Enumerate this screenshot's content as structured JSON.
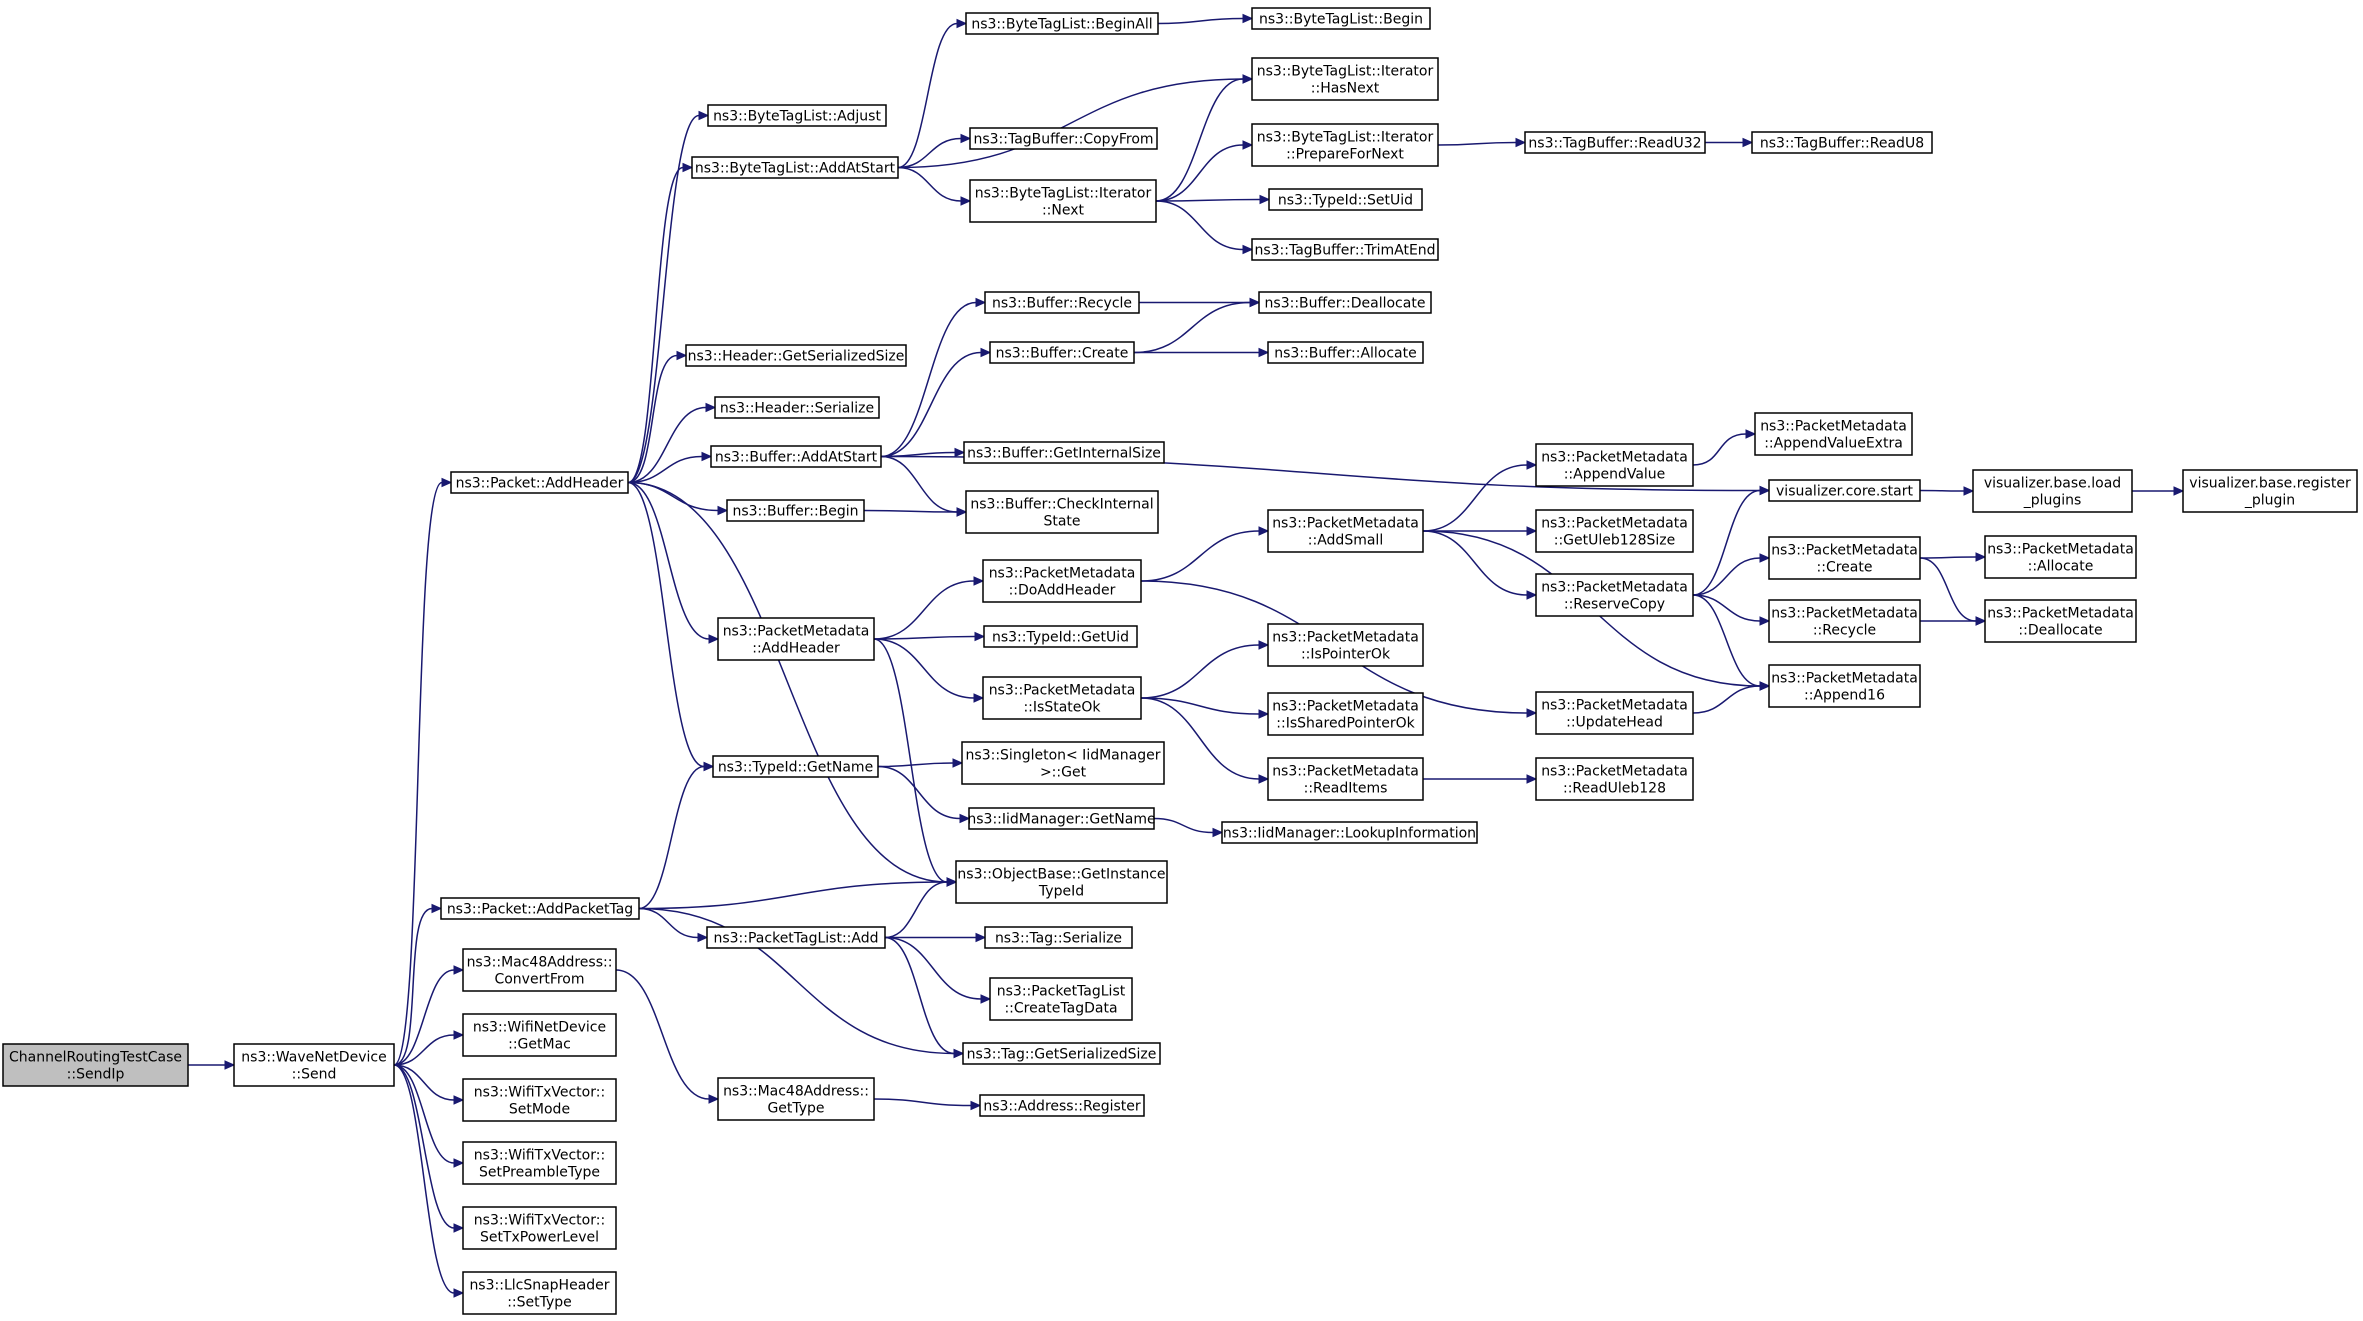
{
  "title": "",
  "colors": {
    "edge": "#191970",
    "node_border": "#000000",
    "node_fill": "#ffffff",
    "root_fill": "#bfbfbf"
  },
  "nodes": [
    {
      "id": "sendip",
      "lines": [
        "ChannelRoutingTestCase",
        "::SendIp"
      ],
      "root": true
    },
    {
      "id": "wavesend",
      "lines": [
        "ns3::WaveNetDevice",
        "::Send"
      ]
    },
    {
      "id": "addheader",
      "lines": [
        "ns3::Packet::AddHeader"
      ]
    },
    {
      "id": "addpackettag",
      "lines": [
        "ns3::Packet::AddPacketTag"
      ]
    },
    {
      "id": "convertfrom",
      "lines": [
        "ns3::Mac48Address::",
        "ConvertFrom"
      ]
    },
    {
      "id": "getmac",
      "lines": [
        "ns3::WifiNetDevice",
        "::GetMac"
      ]
    },
    {
      "id": "setmode",
      "lines": [
        "ns3::WifiTxVector::",
        "SetMode"
      ]
    },
    {
      "id": "setpreamble",
      "lines": [
        "ns3::WifiTxVector::",
        "SetPreambleType"
      ]
    },
    {
      "id": "settxpower",
      "lines": [
        "ns3::WifiTxVector::",
        "SetTxPowerLevel"
      ]
    },
    {
      "id": "llcsettype",
      "lines": [
        "ns3::LlcSnapHeader",
        "::SetType"
      ]
    },
    {
      "id": "btladjust",
      "lines": [
        "ns3::ByteTagList::Adjust"
      ]
    },
    {
      "id": "btladdatstart",
      "lines": [
        "ns3::ByteTagList::AddAtStart"
      ]
    },
    {
      "id": "hdrsize",
      "lines": [
        "ns3::Header::GetSerializedSize"
      ]
    },
    {
      "id": "hdrser",
      "lines": [
        "ns3::Header::Serialize"
      ]
    },
    {
      "id": "bufaddatstart",
      "lines": [
        "ns3::Buffer::AddAtStart"
      ]
    },
    {
      "id": "bufbegin",
      "lines": [
        "ns3::Buffer::Begin"
      ]
    },
    {
      "id": "pmaddheader",
      "lines": [
        "ns3::PacketMetadata",
        "::AddHeader"
      ]
    },
    {
      "id": "typeidgetname",
      "lines": [
        "ns3::TypeId::GetName"
      ]
    },
    {
      "id": "ptladd",
      "lines": [
        "ns3::PacketTagList::Add"
      ]
    },
    {
      "id": "macgettype",
      "lines": [
        "ns3::Mac48Address::",
        "GetType"
      ]
    },
    {
      "id": "btlbeginall",
      "lines": [
        "ns3::ByteTagList::BeginAll"
      ]
    },
    {
      "id": "tbcopyfrom",
      "lines": [
        "ns3::TagBuffer::CopyFrom"
      ]
    },
    {
      "id": "btlinext",
      "lines": [
        "ns3::ByteTagList::Iterator",
        "::Next"
      ]
    },
    {
      "id": "bufrecycle",
      "lines": [
        "ns3::Buffer::Recycle"
      ]
    },
    {
      "id": "bufcreate",
      "lines": [
        "ns3::Buffer::Create"
      ]
    },
    {
      "id": "bufgetinternal",
      "lines": [
        "ns3::Buffer::GetInternalSize"
      ]
    },
    {
      "id": "bufcheck",
      "lines": [
        "ns3::Buffer::CheckInternal",
        "State"
      ]
    },
    {
      "id": "pmdoaddheader",
      "lines": [
        "ns3::PacketMetadata",
        "::DoAddHeader"
      ]
    },
    {
      "id": "typeidgetuid",
      "lines": [
        "ns3::TypeId::GetUid"
      ]
    },
    {
      "id": "pmisstateok",
      "lines": [
        "ns3::PacketMetadata",
        "::IsStateOk"
      ]
    },
    {
      "id": "singletonget",
      "lines": [
        "ns3::Singleton< IidManager",
        " >::Get"
      ]
    },
    {
      "id": "iidgetname",
      "lines": [
        "ns3::IidManager::GetName"
      ]
    },
    {
      "id": "objbase",
      "lines": [
        "ns3::ObjectBase::GetInstance",
        "TypeId"
      ]
    },
    {
      "id": "tagser",
      "lines": [
        "ns3::Tag::Serialize"
      ]
    },
    {
      "id": "ptlcreate",
      "lines": [
        "ns3::PacketTagList",
        "::CreateTagData"
      ]
    },
    {
      "id": "taggetsize",
      "lines": [
        "ns3::Tag::GetSerializedSize"
      ]
    },
    {
      "id": "addrreg",
      "lines": [
        "ns3::Address::Register"
      ]
    },
    {
      "id": "btlbegin",
      "lines": [
        "ns3::ByteTagList::Begin"
      ]
    },
    {
      "id": "btlihasnext",
      "lines": [
        "ns3::ByteTagList::Iterator",
        "::HasNext"
      ]
    },
    {
      "id": "btliprepare",
      "lines": [
        "ns3::ByteTagList::Iterator",
        "::PrepareForNext"
      ]
    },
    {
      "id": "typeidsetuid",
      "lines": [
        "ns3::TypeId::SetUid"
      ]
    },
    {
      "id": "tbtrim",
      "lines": [
        "ns3::TagBuffer::TrimAtEnd"
      ]
    },
    {
      "id": "bufdealloc",
      "lines": [
        "ns3::Buffer::Deallocate"
      ]
    },
    {
      "id": "bufalloc",
      "lines": [
        "ns3::Buffer::Allocate"
      ]
    },
    {
      "id": "pmaddsmall",
      "lines": [
        "ns3::PacketMetadata",
        "::AddSmall"
      ]
    },
    {
      "id": "pmispointer",
      "lines": [
        "ns3::PacketMetadata",
        "::IsPointerOk"
      ]
    },
    {
      "id": "pmisshared",
      "lines": [
        "ns3::PacketMetadata",
        "::IsSharedPointerOk"
      ]
    },
    {
      "id": "pmreaditems",
      "lines": [
        "ns3::PacketMetadata",
        "::ReadItems"
      ]
    },
    {
      "id": "iidlookup",
      "lines": [
        "ns3::IidManager::LookupInformation"
      ]
    },
    {
      "id": "tbreadu32",
      "lines": [
        "ns3::TagBuffer::ReadU32"
      ]
    },
    {
      "id": "tbreadu8",
      "lines": [
        "ns3::TagBuffer::ReadU8"
      ]
    },
    {
      "id": "pmappendvalue",
      "lines": [
        "ns3::PacketMetadata",
        "::AppendValue"
      ]
    },
    {
      "id": "pmgetuleb",
      "lines": [
        "ns3::PacketMetadata",
        "::GetUleb128Size"
      ]
    },
    {
      "id": "pmreservecopy",
      "lines": [
        "ns3::PacketMetadata",
        "::ReserveCopy"
      ]
    },
    {
      "id": "pmupdatehead",
      "lines": [
        "ns3::PacketMetadata",
        "::UpdateHead"
      ]
    },
    {
      "id": "pmreaduleb",
      "lines": [
        "ns3::PacketMetadata",
        "::ReadUleb128"
      ]
    },
    {
      "id": "pmappendextra",
      "lines": [
        "ns3::PacketMetadata",
        "::AppendValueExtra"
      ]
    },
    {
      "id": "vizstart",
      "lines": [
        "visualizer.core.start"
      ]
    },
    {
      "id": "pmcreate",
      "lines": [
        "ns3::PacketMetadata",
        "::Create"
      ]
    },
    {
      "id": "pmrecycle",
      "lines": [
        "ns3::PacketMetadata",
        "::Recycle"
      ]
    },
    {
      "id": "pmappend16",
      "lines": [
        "ns3::PacketMetadata",
        "::Append16"
      ]
    },
    {
      "id": "vizload",
      "lines": [
        "visualizer.base.load",
        "_plugins"
      ]
    },
    {
      "id": "pmallocate",
      "lines": [
        "ns3::PacketMetadata",
        "::Allocate"
      ]
    },
    {
      "id": "pmdealloc",
      "lines": [
        "ns3::PacketMetadata",
        "::Deallocate"
      ]
    },
    {
      "id": "vizreg",
      "lines": [
        "visualizer.base.register",
        "_plugin"
      ]
    }
  ],
  "edges": [
    [
      "sendip",
      "wavesend"
    ],
    [
      "wavesend",
      "addheader"
    ],
    [
      "wavesend",
      "addpackettag"
    ],
    [
      "wavesend",
      "convertfrom"
    ],
    [
      "wavesend",
      "getmac"
    ],
    [
      "wavesend",
      "setmode"
    ],
    [
      "wavesend",
      "setpreamble"
    ],
    [
      "wavesend",
      "settxpower"
    ],
    [
      "wavesend",
      "llcsettype"
    ],
    [
      "addheader",
      "btladjust"
    ],
    [
      "addheader",
      "btladdatstart"
    ],
    [
      "addheader",
      "hdrsize"
    ],
    [
      "addheader",
      "hdrser"
    ],
    [
      "addheader",
      "bufaddatstart"
    ],
    [
      "addheader",
      "bufbegin"
    ],
    [
      "addheader",
      "pmaddheader"
    ],
    [
      "addheader",
      "typeidgetname"
    ],
    [
      "addheader",
      "objbase"
    ],
    [
      "addpackettag",
      "typeidgetname"
    ],
    [
      "addpackettag",
      "objbase"
    ],
    [
      "addpackettag",
      "ptladd"
    ],
    [
      "addpackettag",
      "taggetsize"
    ],
    [
      "convertfrom",
      "macgettype"
    ],
    [
      "btladdatstart",
      "btlbeginall"
    ],
    [
      "btladdatstart",
      "btlihasnext"
    ],
    [
      "btladdatstart",
      "tbcopyfrom"
    ],
    [
      "btladdatstart",
      "btlinext"
    ],
    [
      "btlbeginall",
      "btlbegin"
    ],
    [
      "btlinext",
      "btlihasnext"
    ],
    [
      "btlinext",
      "btliprepare"
    ],
    [
      "btlinext",
      "typeidsetuid"
    ],
    [
      "btlinext",
      "tbtrim"
    ],
    [
      "btliprepare",
      "tbreadu32"
    ],
    [
      "tbreadu32",
      "tbreadu8"
    ],
    [
      "bufaddatstart",
      "bufrecycle"
    ],
    [
      "bufaddatstart",
      "bufcreate"
    ],
    [
      "bufaddatstart",
      "vizstart"
    ],
    [
      "bufaddatstart",
      "bufgetinternal"
    ],
    [
      "bufaddatstart",
      "bufcheck"
    ],
    [
      "bufrecycle",
      "bufdealloc"
    ],
    [
      "bufcreate",
      "bufdealloc"
    ],
    [
      "bufcreate",
      "bufalloc"
    ],
    [
      "bufbegin",
      "bufcheck"
    ],
    [
      "pmaddheader",
      "pmdoaddheader"
    ],
    [
      "pmaddheader",
      "typeidgetuid"
    ],
    [
      "pmaddheader",
      "pmisstateok"
    ],
    [
      "pmaddheader",
      "objbase"
    ],
    [
      "pmdoaddheader",
      "pmaddsmall"
    ],
    [
      "pmdoaddheader",
      "pmupdatehead"
    ],
    [
      "pmisstateok",
      "pmispointer"
    ],
    [
      "pmisstateok",
      "pmisshared"
    ],
    [
      "pmisstateok",
      "pmreaditems"
    ],
    [
      "pmreaditems",
      "pmreaduleb"
    ],
    [
      "pmaddsmall",
      "pmappendvalue"
    ],
    [
      "pmaddsmall",
      "pmgetuleb"
    ],
    [
      "pmaddsmall",
      "pmreservecopy"
    ],
    [
      "pmaddsmall",
      "pmappend16"
    ],
    [
      "pmappendvalue",
      "pmappendextra"
    ],
    [
      "pmreservecopy",
      "vizstart"
    ],
    [
      "pmreservecopy",
      "pmcreate"
    ],
    [
      "pmreservecopy",
      "pmrecycle"
    ],
    [
      "pmreservecopy",
      "pmappend16"
    ],
    [
      "pmupdatehead",
      "pmappend16"
    ],
    [
      "pmcreate",
      "pmallocate"
    ],
    [
      "pmcreate",
      "pmdealloc"
    ],
    [
      "pmrecycle",
      "pmdealloc"
    ],
    [
      "vizstart",
      "vizload"
    ],
    [
      "vizload",
      "vizreg"
    ],
    [
      "typeidgetname",
      "singletonget"
    ],
    [
      "typeidgetname",
      "iidgetname"
    ],
    [
      "iidgetname",
      "iidlookup"
    ],
    [
      "ptladd",
      "objbase"
    ],
    [
      "ptladd",
      "tagser"
    ],
    [
      "ptladd",
      "ptlcreate"
    ],
    [
      "ptladd",
      "taggetsize"
    ],
    [
      "macgettype",
      "addrreg"
    ]
  ]
}
